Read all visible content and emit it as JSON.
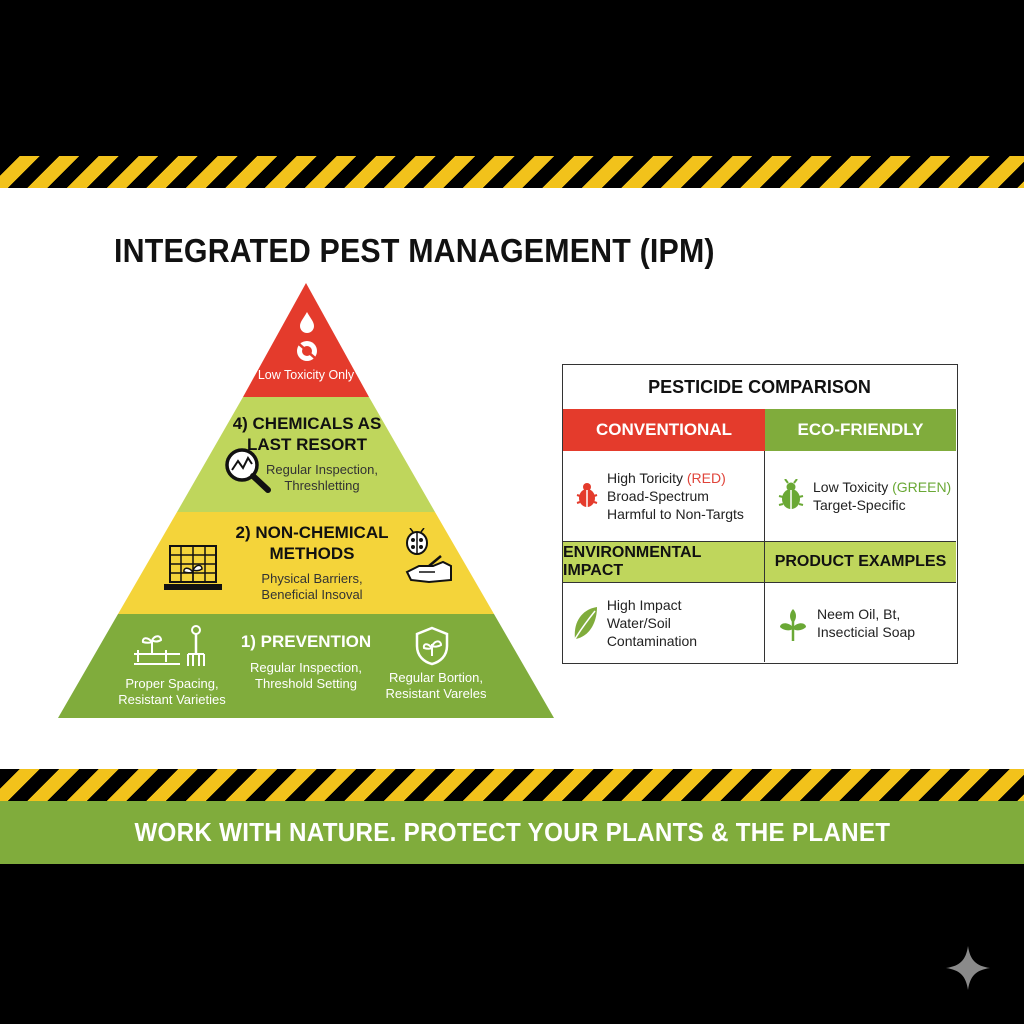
{
  "title": "INTEGRATED PEST MANAGEMENT (IPM)",
  "pyramid": {
    "tier_top": {
      "label": "Low Toxicity Only"
    },
    "tier_4": {
      "heading": "4) CHEMICALS AS\nLAST RESORT",
      "sub": "Regular Inspection,\nThreshletting"
    },
    "tier_2": {
      "heading": "2) NON-CHEMICAL\nMETHODS",
      "sub": "Physical Barriers,\nBeneficial Insoval"
    },
    "tier_1": {
      "heading": "1) PREVENTION",
      "sub": "Regular Inspection,\nThreshold Setting",
      "left": "Proper Spacing,\nResistant Varieties",
      "right": "Regular Bortion,\nResistant Vareles"
    }
  },
  "comparison": {
    "title": "PESTICIDE COMPARISON",
    "col_conventional": "CONVENTIONAL",
    "col_eco": "ECO-FRIENDLY",
    "conventional": {
      "line1_prefix": "High Toricity ",
      "line1_tag": "(RED)",
      "line2": "Broad-Spectrum",
      "line3": "Harmful to Non-Targts"
    },
    "eco": {
      "line1_prefix": "Low Toxicity ",
      "line1_tag": "(GREEN)",
      "line2": "Target-Specific"
    },
    "env_header": "ENVIRONMENTAL IMPACT",
    "prod_header": "PRODUCT EXAMPLES",
    "env": {
      "line1": "High Impact",
      "line2": "Water/Soil Contamination"
    },
    "prod": {
      "line1": "Neem Oil, Bt,",
      "line2": "Insecticial Soap"
    }
  },
  "footer": "WORK WITH NATURE. PROTECT YOUR PLANTS & THE PLANET",
  "colors": {
    "red": "#e43b2c",
    "lime": "#bfd65c",
    "yellow": "#f4d43a",
    "green": "#80ac3c",
    "tag_red": "#e0443a",
    "tag_green": "#6aa835"
  }
}
